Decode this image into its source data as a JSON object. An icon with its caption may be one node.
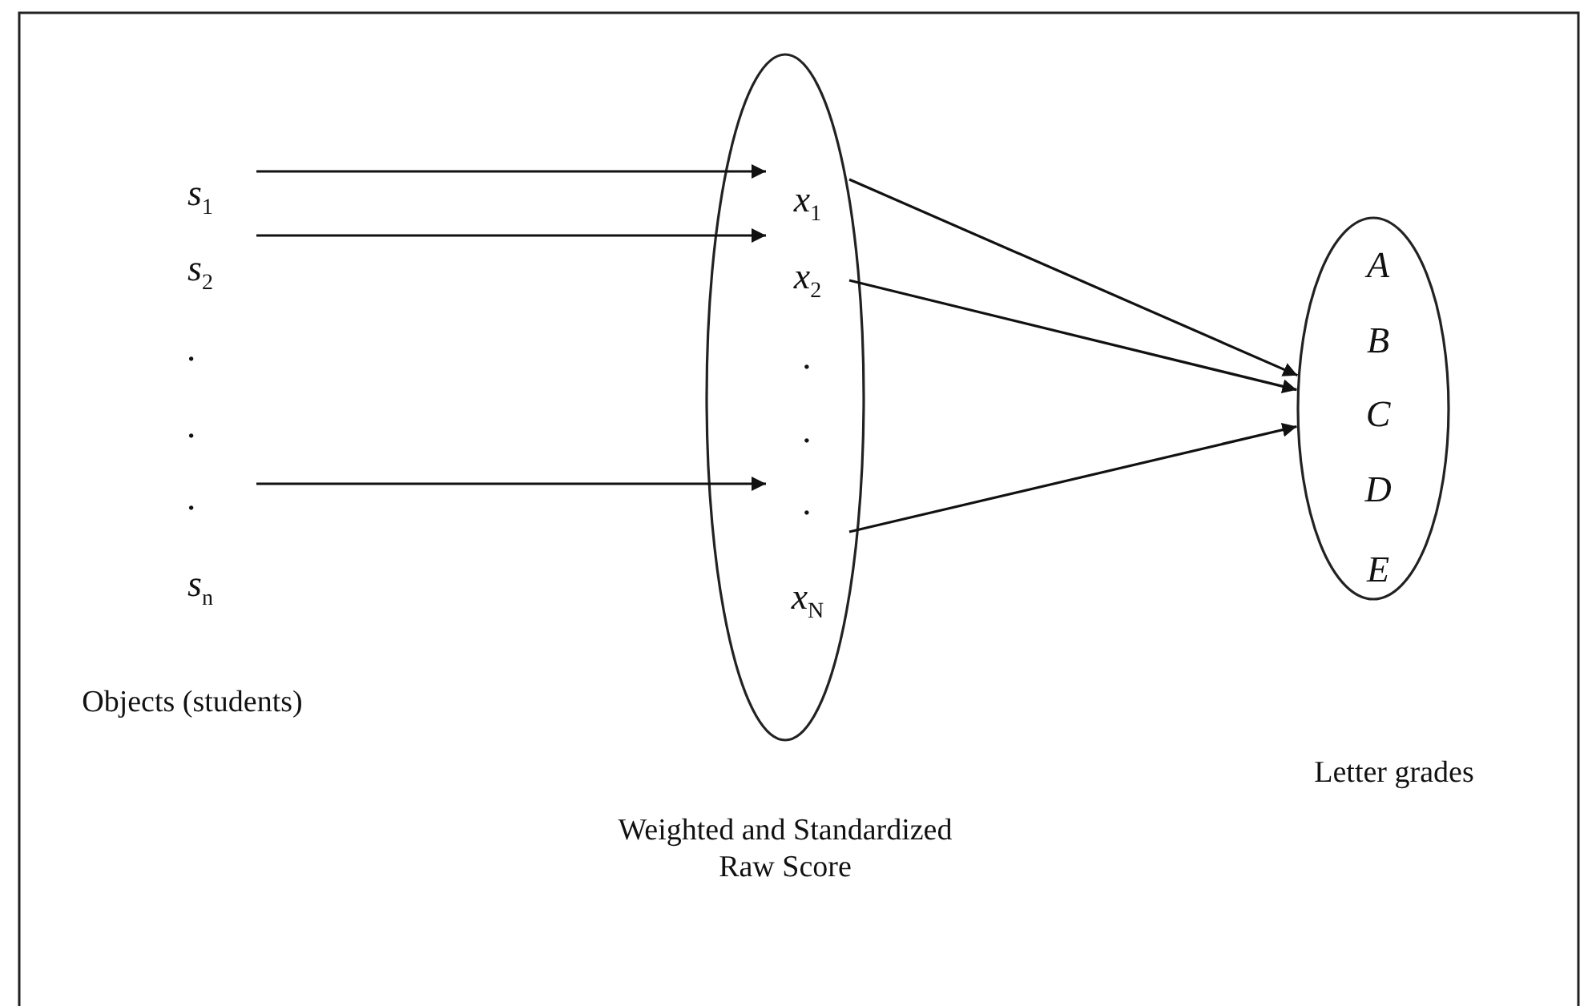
{
  "diagram": {
    "nodes": [
      {
        "text": [
          "s$_{1}$"
        ]
      },
      {
        "text": [
          "s$_{2}$"
        ]
      },
      {
        "text": [
          "."
        ]
      },
      {
        "text": [
          "."
        ]
      },
      {
        "text": [
          "."
        ]
      },
      {
        "text": [
          "s$_{n}$"
        ]
      },
      {
        "text": [],
        "shape": "ellipse"
      },
      {
        "text": [
          "x$_{1}$"
        ],
        "in": 6
      },
      {
        "text": [
          "x$_{2}$"
        ],
        "in": 6
      },
      {
        "text": [
          "."
        ],
        "in": 6
      },
      {
        "text": [
          "."
        ],
        "in": 6
      },
      {
        "text": [
          "."
        ],
        "in": 6
      },
      {
        "text": [
          "x$_{N}$"
        ],
        "in": 6
      },
      {
        "text": [],
        "shape": "ellipse"
      },
      {
        "text": [
          "A"
        ],
        "in": 13
      },
      {
        "text": [
          "B"
        ],
        "in": 13
      },
      {
        "text": [
          "C"
        ],
        "in": 13
      },
      {
        "text": [
          "D"
        ],
        "in": 13
      },
      {
        "text": [
          "E"
        ],
        "in": 13
      }
    ],
    "edges": [
      {
        "from": 0,
        "to": 7,
        "arrow": "to"
      },
      {
        "from": 1,
        "to": 8,
        "arrow": "to"
      },
      {
        "from": 4,
        "to": 11,
        "arrow": "to"
      },
      {
        "from": 7,
        "to": 13,
        "arrow": "to"
      },
      {
        "from": 8,
        "to": 13,
        "arrow": "to"
      },
      {
        "from": 11,
        "to": 13,
        "arrow": "to"
      }
    ],
    "labels": [
      "Objects (students)",
      "Weighted and Standardized Raw Score",
      "Letter grades"
    ]
  }
}
